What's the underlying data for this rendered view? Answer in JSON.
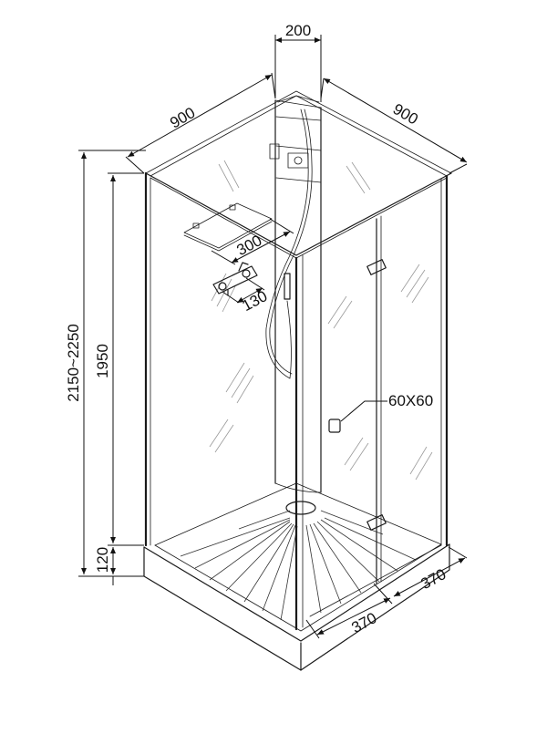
{
  "dimensions": {
    "column_width": "200",
    "depth_left": "900",
    "depth_right": "900",
    "total_height": "2150~2250",
    "glass_height": "1950",
    "tray_height": "120",
    "shelf_length": "300",
    "mixer_spacing": "130",
    "handle_size": "60X60",
    "door_width_left": "370",
    "door_width_right": "370"
  }
}
